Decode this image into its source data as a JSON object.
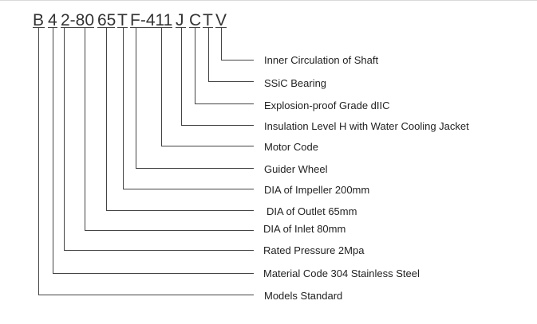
{
  "model_code": {
    "segments": [
      "B",
      "4",
      "2-80",
      "65",
      "T",
      "F-411",
      "J",
      "C",
      "T",
      "V"
    ]
  },
  "labels": [
    "Inner Circulation of Shaft",
    "SSiC Bearing",
    "Explosion-proof Grade dIIC",
    "Insulation Level H with Water Cooling Jacket",
    "Motor Code",
    "Guider Wheel",
    "DIA of Impeller 200mm",
    "DIA of Outlet 65mm",
    "DIA of Inlet 80mm",
    "Rated Pressure 2Mpa",
    "Material Code 304 Stainless Steel",
    "Models Standard"
  ]
}
